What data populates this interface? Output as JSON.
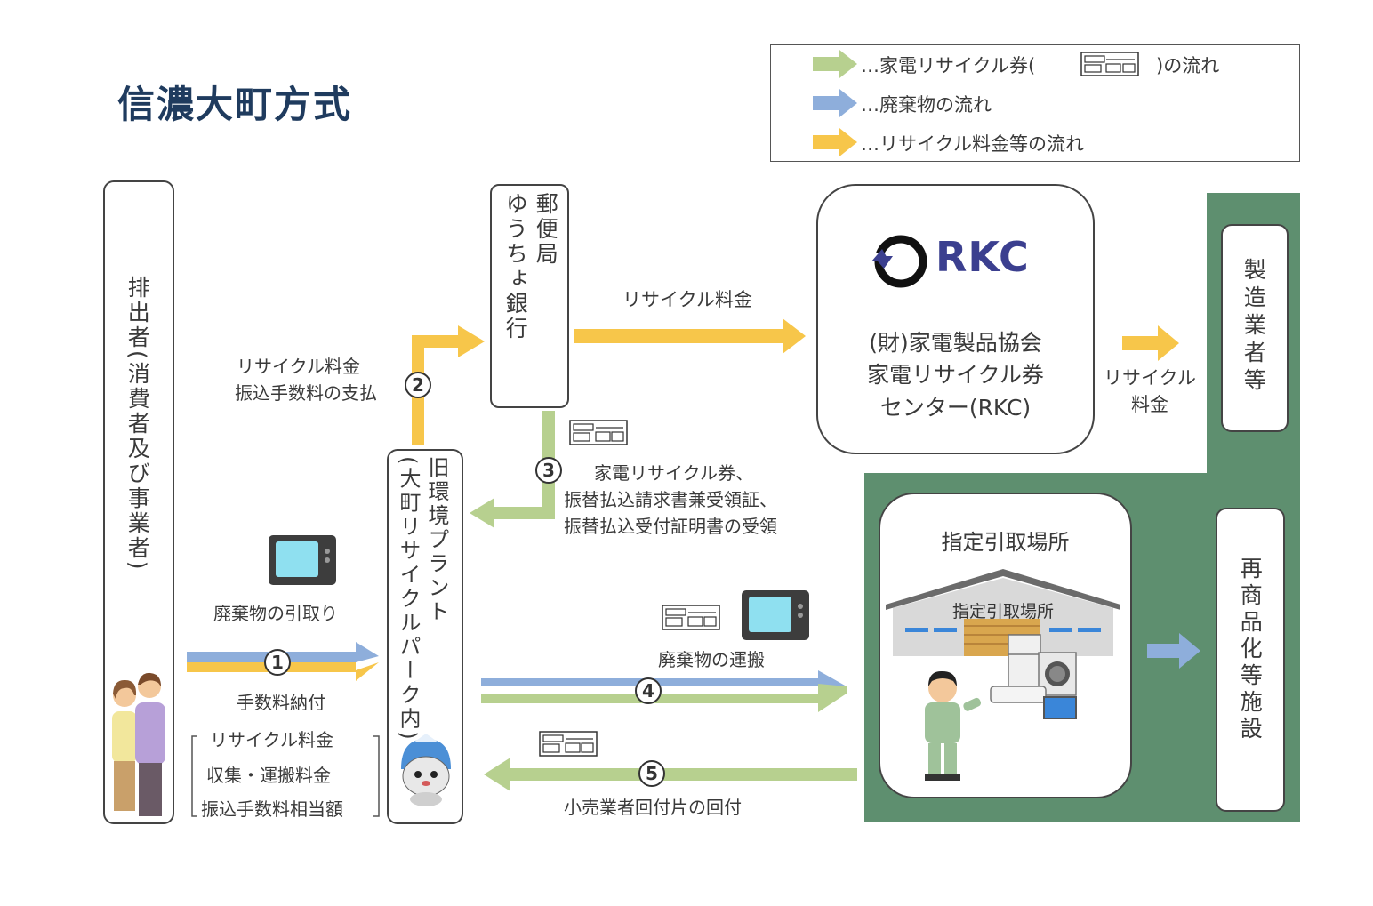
{
  "title": "信濃大町方式",
  "legend": {
    "green_prefix": "…家電リサイクル券(",
    "green_suffix": ")の流れ",
    "blue": "…廃棄物の流れ",
    "yellow": "…リサイクル料金等の流れ"
  },
  "colors": {
    "green_arrow": "#b7d08f",
    "blue_arrow": "#8eaedb",
    "yellow_arrow": "#f7c64a",
    "green_area": "#5e8f6f",
    "title": "#1f3b5e",
    "logo": "#3b3f8f"
  },
  "boxes": {
    "discharger": "排出者(消費者及び事業者)",
    "post_office": [
      "郵便局",
      "ゆうちょ銀行"
    ],
    "plant": [
      "旧環境プラント",
      "(大町リサイクルパーク内)"
    ],
    "rkc_logo": "RKC",
    "rkc_name": [
      "(財)家電製品協会",
      "家電リサイクル券",
      "センター(RKC)"
    ],
    "manufacturer": "製造業者等",
    "designated": "指定引取場所",
    "warehouse_sign": "指定引取場所",
    "recycling_facility": "再商品化等施設"
  },
  "flows": {
    "recycle_fee_top": "リサイクル料金",
    "step2": [
      "リサイクル料金",
      "振込手数料の支払"
    ],
    "step3": [
      "家電リサイクル券、",
      "振替払込請求書兼受領証、",
      "振替払込受付証明書の受領"
    ],
    "recycle_fee_right": [
      "リサイクル",
      "料金"
    ],
    "pickup": "廃棄物の引取り",
    "fee_payment": "手数料納付",
    "fee_items": [
      "リサイクル料金",
      "収集・運搬料金",
      "振込手数料相当額"
    ],
    "transport": "廃棄物の運搬",
    "retailer_return": "小売業者回付片の回付"
  },
  "steps": [
    "1",
    "2",
    "3",
    "4",
    "5"
  ],
  "icons": [
    "ticket-icon",
    "tv-icon",
    "couple-icon",
    "mascot-icon",
    "warehouse-icon",
    "worker-icon",
    "appliances-icon",
    "rkc-logo-icon"
  ]
}
